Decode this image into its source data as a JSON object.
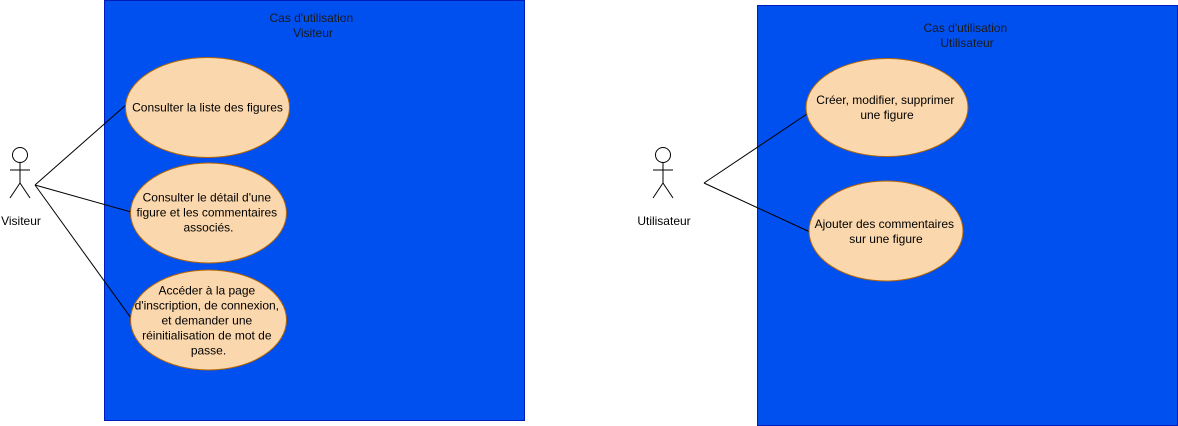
{
  "colors": {
    "system_fill": "#0050EF",
    "system_stroke": "#001DBC",
    "usecase_fill": "#FAD7AC",
    "usecase_stroke": "#B46504",
    "line": "#000000"
  },
  "systems": [
    {
      "title_lines": [
        "Cas d'utilisation",
        "Visiteur"
      ],
      "actor": {
        "label": "Visiteur"
      },
      "use_cases": [
        {
          "lines": [
            "Consulter la liste des figures"
          ]
        },
        {
          "lines": [
            "Consulter le détail d'une",
            "figure et les commentaires",
            "associés."
          ]
        },
        {
          "lines": [
            "Accéder à la page",
            "d'inscription, de connexion,",
            "et demander une",
            "réinitialisation de mot de",
            "passe."
          ]
        }
      ]
    },
    {
      "title_lines": [
        "Cas d'utilisation",
        "Utilisateur"
      ],
      "actor": {
        "label": "Utilisateur"
      },
      "use_cases": [
        {
          "lines": [
            "Créer, modifier, supprimer",
            "une figure"
          ]
        },
        {
          "lines": [
            "Ajouter des commentaires",
            "sur une figure"
          ]
        }
      ]
    }
  ]
}
